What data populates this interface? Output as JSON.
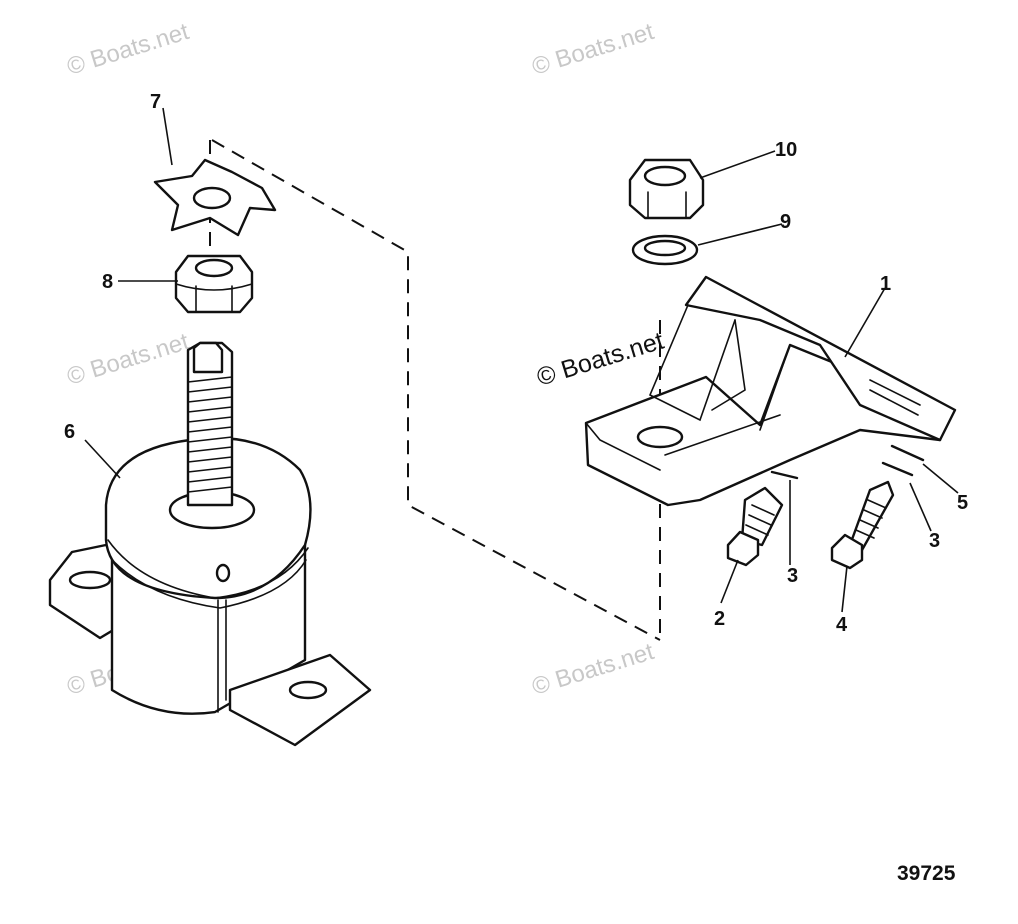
{
  "watermark_text": "© Boats.net",
  "figure_number": "39725",
  "callouts": [
    "1",
    "2",
    "3",
    "3",
    "4",
    "5",
    "6",
    "7",
    "8",
    "9",
    "10"
  ]
}
